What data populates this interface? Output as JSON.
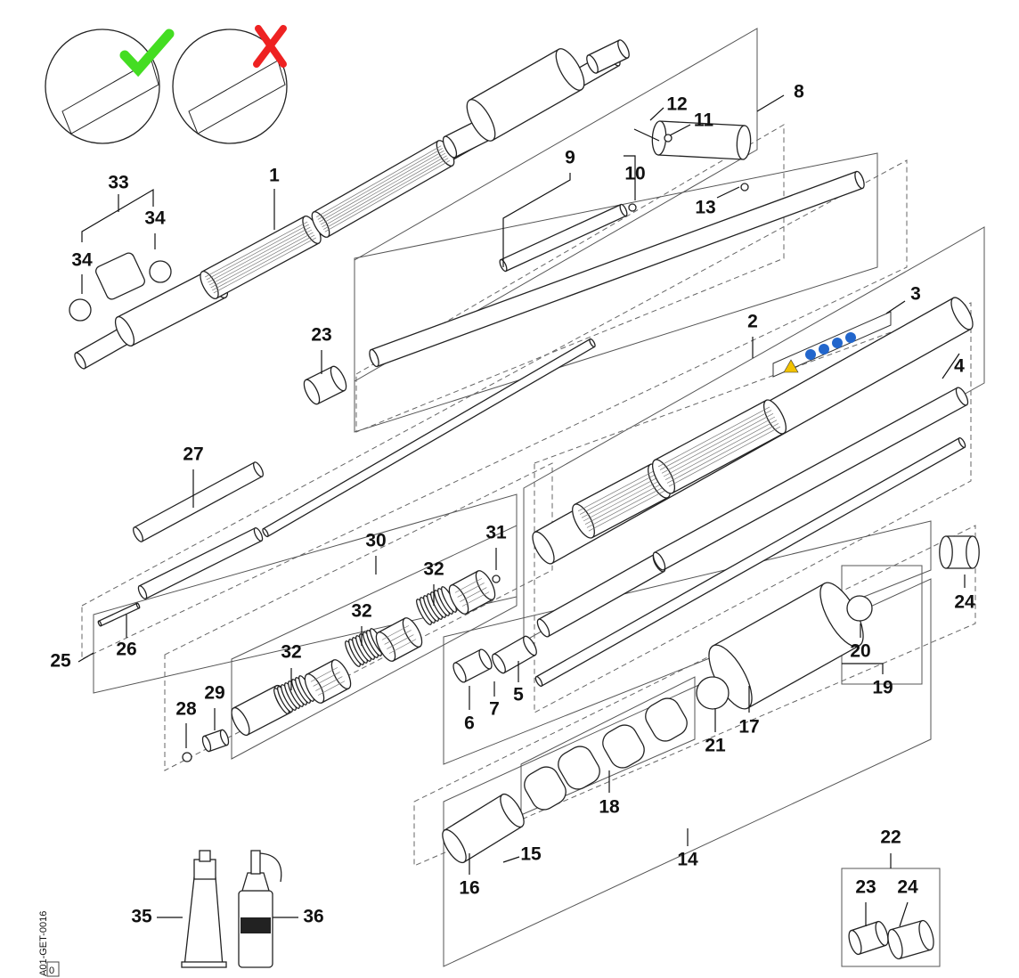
{
  "diagram": {
    "drawing_code": "A01-GET-0016",
    "drawing_code_box": "0",
    "status_marks": {
      "correct": "check-mark",
      "incorrect": "x-mark",
      "correct_color": "#44dd22",
      "incorrect_color": "#ee2222"
    },
    "labels": {
      "l1": "1",
      "l2": "2",
      "l3": "3",
      "l4": "4",
      "l5": "5",
      "l6": "6",
      "l7": "7",
      "l8": "8",
      "l9": "9",
      "l10": "10",
      "l11": "11",
      "l12": "12",
      "l13": "13",
      "l14": "14",
      "l15": "15",
      "l16": "16",
      "l17": "17",
      "l18": "18",
      "l19": "19",
      "l20": "20",
      "l21": "21",
      "l22": "22",
      "l23a": "23",
      "l23b": "23",
      "l24a": "24",
      "l24b": "24",
      "l25": "25",
      "l26": "26",
      "l27": "27",
      "l28": "28",
      "l29": "29",
      "l30": "30",
      "l31": "31",
      "l32a": "32",
      "l32b": "32",
      "l32c": "32",
      "l33": "33",
      "l34a": "34",
      "l34b": "34",
      "l35": "35",
      "l36": "36"
    }
  }
}
